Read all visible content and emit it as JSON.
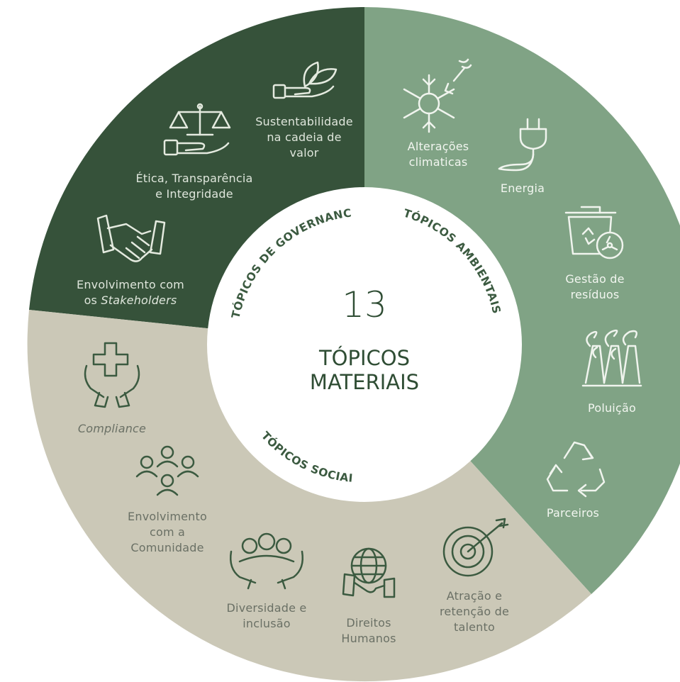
{
  "center": {
    "number": "13",
    "title_line1": "TÓPICOS",
    "title_line2": "MATERIAIS"
  },
  "arc_labels": {
    "governance": "TÓPICOS DE GOVERNANCE",
    "ambientais": "TÓPICOS AMBIENTAIS",
    "sociais": "TÓPICOS SOCIAIS"
  },
  "governance": {
    "sustentabilidade": [
      "Sustentabilidade",
      "na cadeia de",
      "valor"
    ],
    "etica": [
      "Ética, Transparência",
      "e Integridade"
    ],
    "stakeholders_line1": "Envolvimento com",
    "stakeholders_line2_prefix": "os ",
    "stakeholders_line2_italic": "Stakeholders"
  },
  "ambientais": {
    "alteracoes": [
      "Alterações",
      "climaticas"
    ],
    "energia": "Energia",
    "gestao": [
      "Gestão de",
      "resíduos"
    ],
    "poluicao": "Poluição",
    "parceiros": "Parceiros"
  },
  "sociais": {
    "compliance": "Compliance",
    "comunidade": [
      "Envolvimento",
      "com a",
      "Comunidade"
    ],
    "diversidade": [
      "Diversidade e",
      "inclusão"
    ],
    "direitos": [
      "Direitos",
      "Humanos"
    ],
    "atracao": [
      "Atração e",
      "retenção de",
      "talento"
    ]
  },
  "colors": {
    "governance": "#36523a",
    "ambientais": "#80a385",
    "sociais": "#cbc8b7",
    "center": "#ffffff",
    "text_dark": "#2f4d34"
  }
}
